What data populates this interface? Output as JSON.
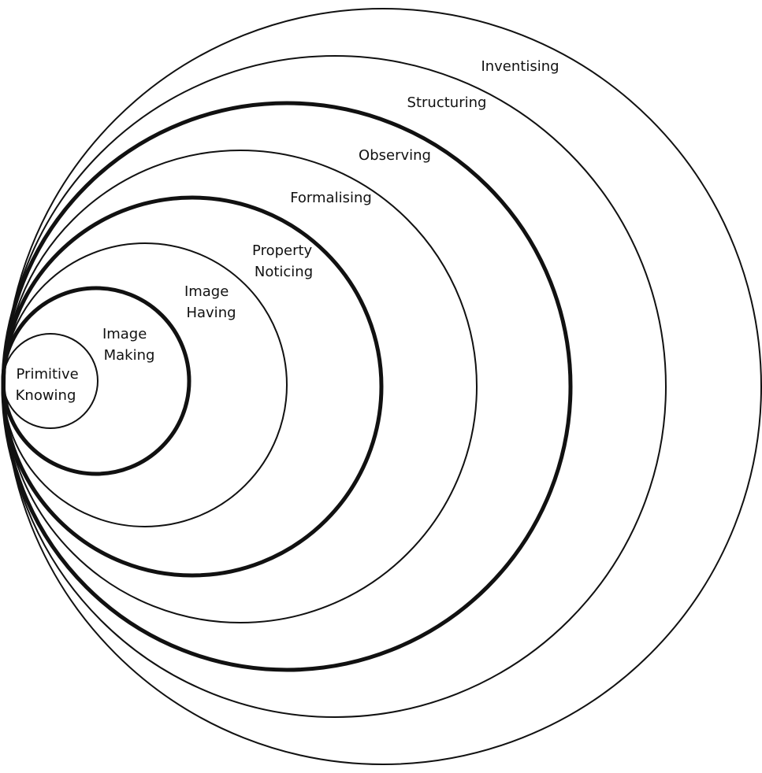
{
  "diagram": {
    "colors": {
      "background": "#ffffff",
      "stroke": "#111111"
    },
    "levels": [
      {
        "id": "primitive-knowing",
        "name": "Primitive Knowing",
        "lines": [
          "Primitive",
          "Knowing"
        ],
        "emphasis": "thin"
      },
      {
        "id": "image-making",
        "name": "Image Making",
        "lines": [
          "Image",
          "Making"
        ],
        "emphasis": "thick"
      },
      {
        "id": "image-having",
        "name": "Image Having",
        "lines": [
          "Image",
          "Having"
        ],
        "emphasis": "thin"
      },
      {
        "id": "property-noticing",
        "name": "Property Noticing",
        "lines": [
          "Property",
          "Noticing"
        ],
        "emphasis": "thick"
      },
      {
        "id": "formalising",
        "name": "Formalising",
        "lines": [
          "Formalising"
        ],
        "emphasis": "thin"
      },
      {
        "id": "observing",
        "name": "Observing",
        "lines": [
          "Observing"
        ],
        "emphasis": "thick"
      },
      {
        "id": "structuring",
        "name": "Structuring",
        "lines": [
          "Structuring"
        ],
        "emphasis": "thin"
      },
      {
        "id": "inventising",
        "name": "Inventising",
        "lines": [
          "Inventising"
        ],
        "emphasis": "thin"
      }
    ]
  }
}
